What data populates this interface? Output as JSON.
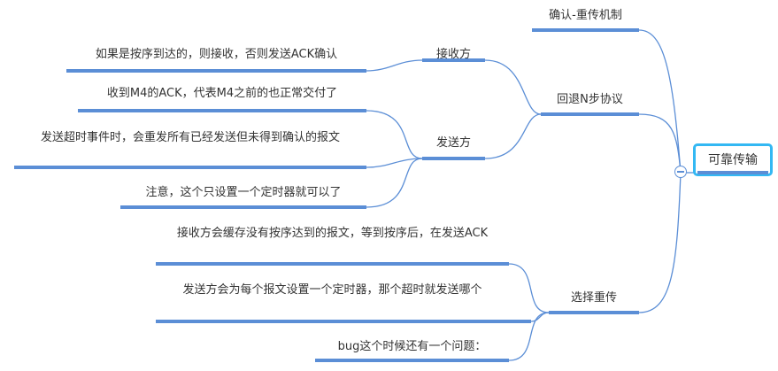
{
  "root": {
    "label": "可靠传输"
  },
  "branches": {
    "ack": {
      "label": "确认-重传机制"
    },
    "gbn": {
      "label": "回退N步协议",
      "receiver": {
        "label": "接收方",
        "items": [
          "如果是按序到达的，则接收，否则发送ACK确认"
        ]
      },
      "sender": {
        "label": "发送方",
        "items": [
          "收到M4的ACK，代表M4之前的也正常交付了",
          "发送超时事件时，会重发所有已经发送但未得到确认的报文",
          "注意，这个只设置一个定时器就可以了"
        ]
      }
    },
    "sr": {
      "label": "选择重传",
      "items": [
        "接收方会缓存没有按序达到的报文，等到按序后，在发送ACK",
        "发送方会为每个报文设置一个定时器，那个超时就发送哪个",
        "bug这个时候还有一个问题："
      ]
    }
  },
  "colors": {
    "line": "#5b8ed6",
    "root_border": "#33b8f3"
  }
}
